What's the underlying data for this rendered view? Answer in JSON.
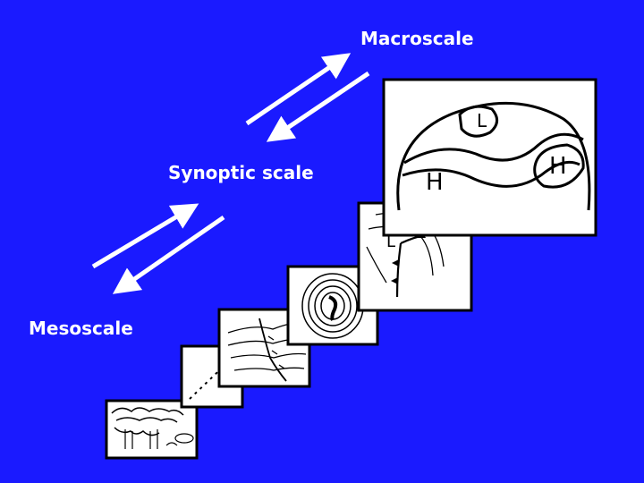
{
  "labels": {
    "macroscale": "Macroscale",
    "synoptic": "Synoptic scale",
    "mesoscale": "Mesoscale"
  },
  "map_letters": {
    "low_top": "L",
    "high_left": "H",
    "high_right": "H",
    "low_front": "L"
  },
  "colors": {
    "background": "#1a1aff",
    "arrow": "#ffffff",
    "panel_border": "#000000",
    "panel_fill": "#ffffff"
  }
}
